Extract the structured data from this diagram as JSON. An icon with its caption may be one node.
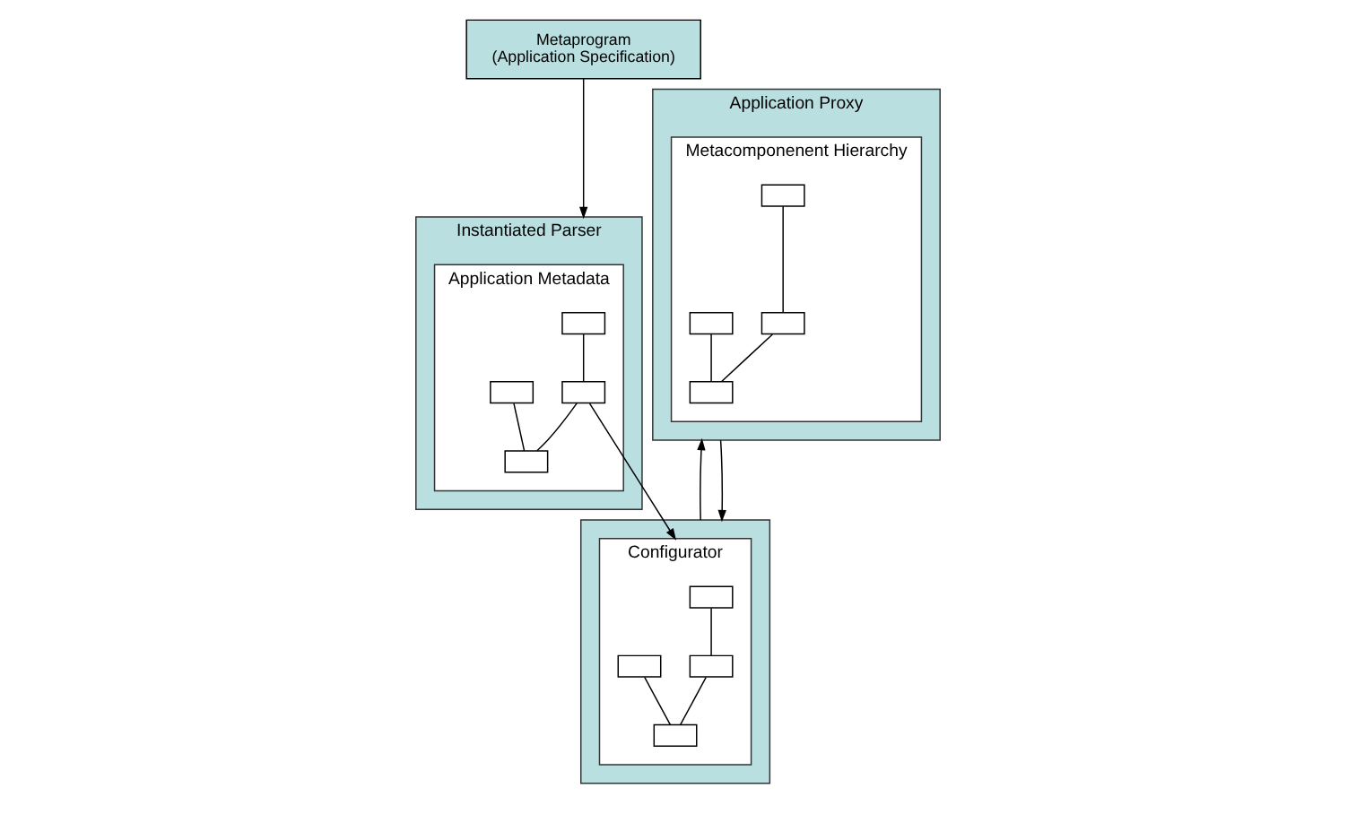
{
  "diagram": {
    "nodes": [
      {
        "text": [
          "Metaprogram",
          "(Application Specification)"
        ]
      },
      {
        "text": [
          "Instantiated Parser"
        ]
      },
      {
        "text": [
          "Application Metadata"
        ],
        "in": 1
      },
      {
        "text": [],
        "shape": "box",
        "in": 2
      },
      {
        "text": [],
        "shape": "box",
        "in": 2
      },
      {
        "text": [],
        "shape": "box",
        "in": 2
      },
      {
        "text": [],
        "shape": "box",
        "in": 2
      },
      {
        "text": [
          "Application Proxy"
        ]
      },
      {
        "text": [
          "Metacomponenent Hierarchy"
        ],
        "in": 7
      },
      {
        "text": [],
        "shape": "box",
        "in": 8
      },
      {
        "text": [],
        "shape": "box",
        "in": 8
      },
      {
        "text": [],
        "shape": "box",
        "in": 8
      },
      {
        "text": [],
        "shape": "box",
        "in": 8
      },
      {
        "text": [],
        "shape": "box"
      },
      {
        "text": [
          "Configurator"
        ],
        "in": 13
      },
      {
        "text": [],
        "shape": "box",
        "in": 14
      },
      {
        "text": [],
        "shape": "box",
        "in": 14
      },
      {
        "text": [],
        "shape": "box",
        "in": 14
      },
      {
        "text": [],
        "shape": "box",
        "in": 14
      }
    ],
    "edges": [
      {
        "from": 0,
        "to": 1,
        "arrow": "to"
      },
      {
        "from": 3,
        "to": 5,
        "arrow": "none"
      },
      {
        "from": 4,
        "to": 6,
        "arrow": "none"
      },
      {
        "from": 5,
        "to": 6,
        "arrow": "none"
      },
      {
        "from": 9,
        "to": 11,
        "arrow": "none"
      },
      {
        "from": 10,
        "to": 12,
        "arrow": "none"
      },
      {
        "from": 11,
        "to": 12,
        "arrow": "none"
      },
      {
        "from": 15,
        "to": 17,
        "arrow": "none"
      },
      {
        "from": 16,
        "to": 18,
        "arrow": "none"
      },
      {
        "from": 17,
        "to": 18,
        "arrow": "none"
      },
      {
        "from": 5,
        "to": 14,
        "arrow": "to"
      },
      {
        "from": 13,
        "to": 7,
        "arrow": "to"
      },
      {
        "from": 7,
        "to": 13,
        "arrow": "to"
      }
    ]
  }
}
